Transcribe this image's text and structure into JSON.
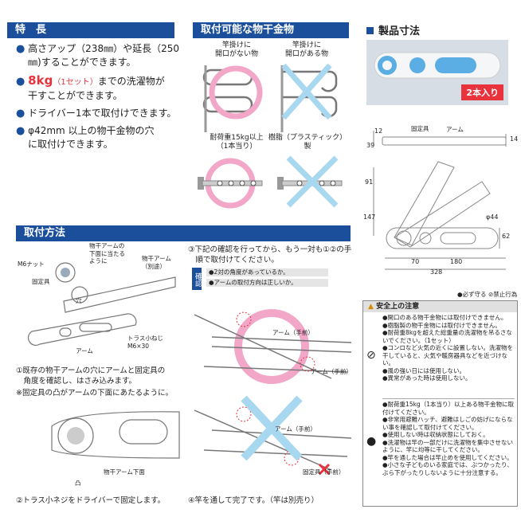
{
  "features": {
    "title": "特　長",
    "items": [
      {
        "a": "高さアップ（238",
        "b": "㎜",
        "c": "）や延長（250"
      },
      {
        "a": "㎜",
        "b": ")することができます。"
      },
      {
        "a": "8kg",
        "b": "（1セット）",
        "c": "までの洗濯物が"
      },
      {
        "a": "干すことができます。"
      },
      {
        "a": "ドライバー1本で取付けできます。"
      },
      {
        "a": "φ42mm 以上の物干金物の穴"
      },
      {
        "a": "に取付けできます。"
      }
    ]
  },
  "compat": {
    "title": "取付可能な物干金物",
    "ok_top": "竿掛けに\n開口がない物",
    "ng_top": "竿掛けに\n開口がある物",
    "ok_bottom": "耐荷重15kg以上\n（1本当り）",
    "ng_bottom": "樹脂（プラスティック）製"
  },
  "dims": {
    "title": "製品寸法",
    "badge": "2本入り",
    "labels": {
      "fixture": "固定具",
      "arm": "アーム"
    },
    "values": [
      "39",
      "12",
      "14",
      "91",
      "147",
      "φ44",
      "62",
      "70",
      "180",
      "328"
    ]
  },
  "install": {
    "title": "取付方法",
    "labels": {
      "nut": "M6ナット",
      "fixture": "固定具",
      "hole": "穴",
      "arm": "アーム",
      "arm_sep": "物干アーム\n（別途）",
      "under": "物干アームの\n下面に当たる\nように",
      "screw": "トラス小ねじ\nM6×30",
      "convex": "凸",
      "arm_bottom": "物干アーム下面",
      "arm_front1": "アーム（手前）",
      "arm_front2": "アーム（手前）",
      "fixture_front": "固定具（手前）"
    },
    "step1": "①既存の物干アームの穴にアームと固定具の\n　角度を確認し、はさみ込みます。",
    "step1_note": "※固定具の凸がアームの下面にあたるように。",
    "step2": "②トラス小ネジをドライバーで固定します。",
    "step3": "③下記の確認を行ってから、もう一対も①②の手\n　順で取付けてください。",
    "confirm_tag": "確認",
    "confirm_items": [
      "2対の角度があっているか。",
      "アームの取付方向は正しいか。"
    ],
    "step4": "④竿を通して完了です。（竿は別売り）"
  },
  "safety": {
    "legend_must": "必ず守る",
    "legend_ban": "禁止行為",
    "title": "安全上の注意",
    "ban_items": [
      "●開口のある物干金物には取付けできません。",
      "●樹脂製の物干金物には取付けできません。",
      "●耐荷重8kgを超えた総重量の洗濯物を吊るさないでください。（1セット）",
      "●コンロなど火気の近くに設置しない。洗濯物を干していると、火気や暖房器具などを近づけない。",
      "●風の強い日には使用しない。",
      "●異常があった時は使用しない。"
    ],
    "must_items": [
      "●耐荷重15kg（1本当り）以上ある物干金物に取付けてください。",
      "●非常用避難ハッチ、避難はしごの妨げにならない事を確認して取付けてください。",
      "●使用しない時は収納状態にしておく。",
      "●洗濯物は竿の一部だけに洗濯物を集中させないように、竿に均等に干してください。",
      "●竿を通した場合は竿止めを使用してください。",
      "●小さな子どものいる家庭では、ぶつかったり、ぶら下がったりしないように十分注意する。"
    ]
  }
}
